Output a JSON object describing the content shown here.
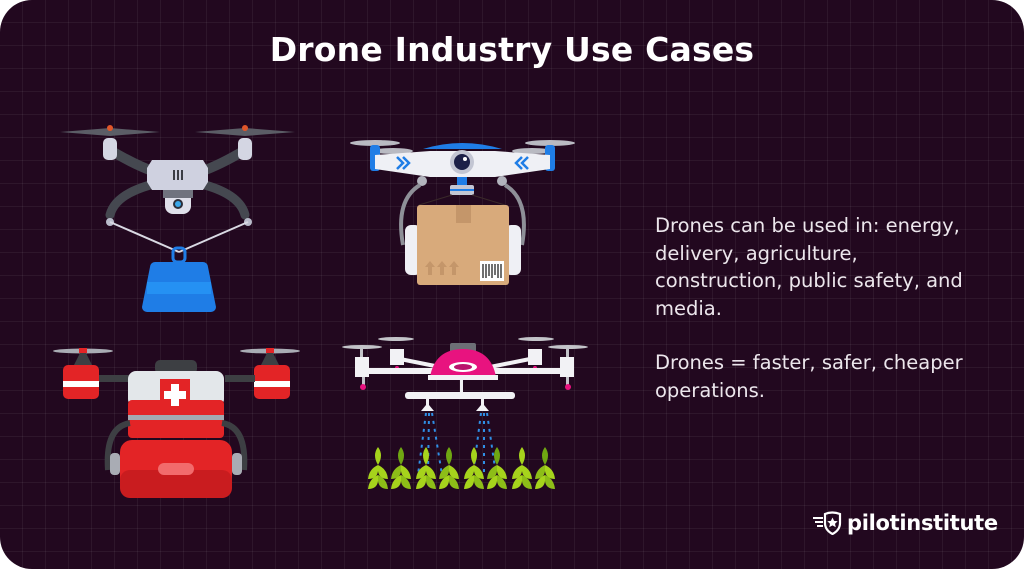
{
  "header": {
    "title": "Drone Industry Use Cases"
  },
  "description": {
    "paragraphs": [
      "Drones can be used in: energy, delivery, agriculture, construction, public safety, and media.",
      "Drones = faster, safer, cheaper operations."
    ]
  },
  "illustrations": [
    {
      "name": "drone-carrying-bag",
      "label": "Drone lifting a blue bag"
    },
    {
      "name": "drone-carrying-package",
      "label": "Delivery drone holding a cardboard box"
    },
    {
      "name": "medical-drone",
      "label": "Red first-aid drone"
    },
    {
      "name": "agriculture-spraying-drone",
      "label": "Crop-spraying drone over plants"
    }
  ],
  "brand": {
    "logo_text": "pilotinstitute",
    "logo_icon": "shield-star-wing-icon"
  },
  "colors": {
    "background": "#22081f",
    "grid": "#3a2238",
    "title": "#ffffff",
    "text": "#ece6ec",
    "blue": "#1f7de6",
    "red": "#e32426",
    "pink": "#e8137f",
    "green": "#a6d31c",
    "box": "#d8aa7b"
  }
}
